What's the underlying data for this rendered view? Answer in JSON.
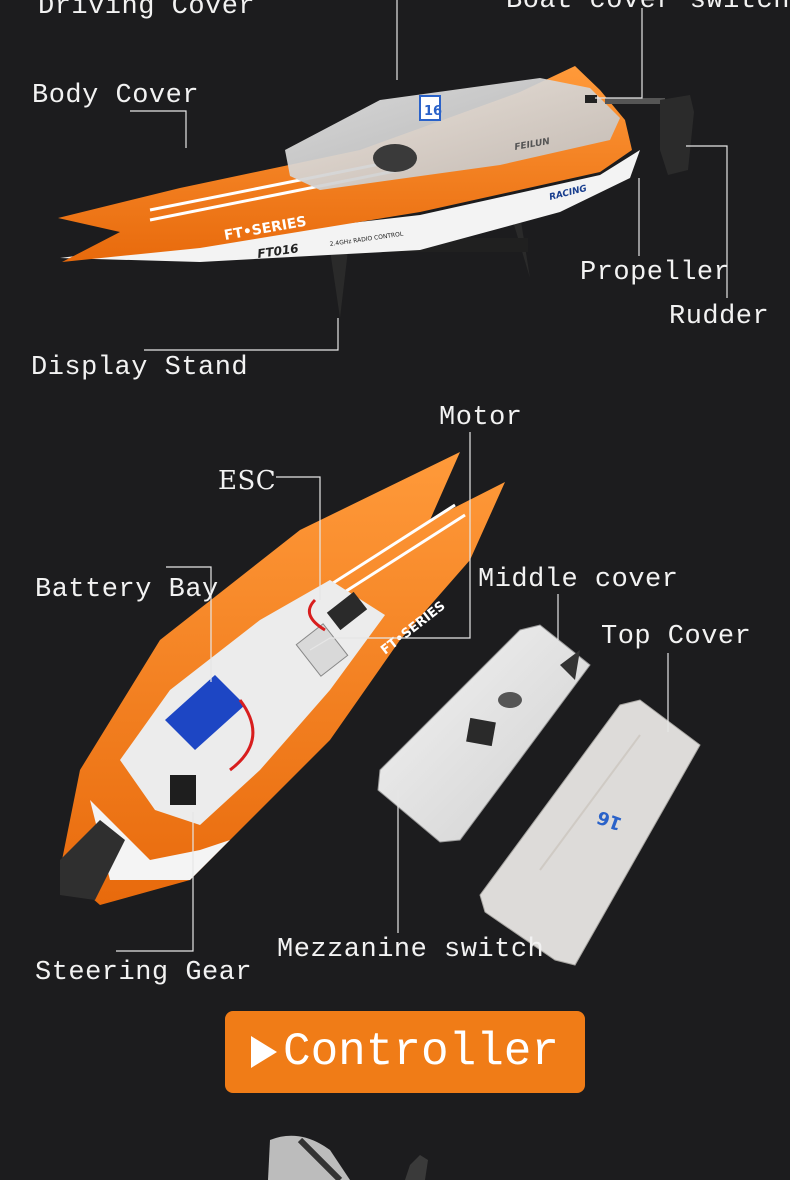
{
  "section1": {
    "labels": {
      "driving_cover": "Driving Cover",
      "boat_cover_switch": "Boat cover switch",
      "body_cover": "Body Cover",
      "propeller": "Propeller",
      "rudder": "Rudder",
      "display_stand": "Display Stand"
    },
    "decals": {
      "series": "FT•SERIES",
      "model": "FT016",
      "radio": "2.4GHz RADIO CONTROL",
      "number": "16",
      "brand": "FEILUN",
      "racing": "RACING"
    }
  },
  "section2": {
    "labels": {
      "motor": "Motor",
      "esc": "ESC",
      "battery_bay": "Battery Bay",
      "middle_cover": "Middle cover",
      "top_cover": "Top Cover",
      "steering_gear": "Steering Gear",
      "mezzanine_switch": "Mezzanine switch"
    },
    "decals": {
      "series": "FT•SERIES",
      "number": "16"
    }
  },
  "controller_button": {
    "label": "Controller"
  },
  "colors": {
    "hull_orange": "#f07c17",
    "background": "#1c1c1e",
    "label_text": "#f2f2f2"
  }
}
